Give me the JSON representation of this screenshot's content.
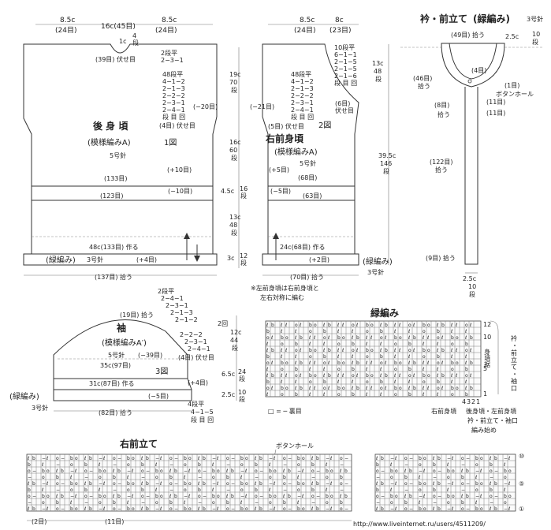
{
  "back": {
    "top_left_w": "8.5c",
    "top_left_st": "(24目)",
    "neck_w": "16c(45目)",
    "top_right_w": "8.5c",
    "top_right_st": "(24目)",
    "neck_depth_a": "1c",
    "neck_depth_b": "4",
    "neck_depth_c": "段",
    "neck_bind": "(39目) 伏せ目",
    "neck_shape": [
      "2段平",
      "2−3−1"
    ],
    "armhole_shape": [
      "48段平",
      "4−1−2",
      "2−1−3",
      "2−2−2",
      "2−3−1",
      "2−4−1",
      "段 目 回",
      "(4目) 伏せ目"
    ],
    "dec20": "(−20目)",
    "title": "後 身 頃",
    "pattern": "(模様編みA)",
    "fig": "1図",
    "needle": "5号針",
    "inc10": "(+10目)",
    "st133": "(133目)",
    "dec10": "(−10目)",
    "st123": "(123目)",
    "cast_on": "48c(133目) 作る",
    "rib": "(緑編み)",
    "rib_needle": "3号針",
    "inc4": "(+4目)",
    "pickup": "(137目) 拾う"
  },
  "vdim": {
    "h19": "19c",
    "r70": "70",
    "r70u": "段",
    "h16": "16c",
    "r60": "60",
    "r60u": "段",
    "h45": "4.5c",
    "r16": "16",
    "r16u": "段",
    "h13": "13c",
    "r48": "48",
    "r48u": "段",
    "h3": "3c",
    "r12": "12",
    "r12u": "段"
  },
  "front": {
    "top_left_w": "8.5c",
    "top_left_st": "(24目)",
    "top_right_w": "8c",
    "top_right_st": "(23目)",
    "neck_shape": [
      "10段平",
      "6−1−1",
      "2−1−5",
      "2−1−5",
      "2−1−6",
      "段 目 回"
    ],
    "h13": "13c",
    "r48": "48",
    "r48u": "段",
    "armhole_shape": [
      "48段平",
      "4−1−2",
      "2−1−3",
      "2−2−2",
      "2−3−1",
      "2−4−1",
      "段 目 回"
    ],
    "dec21": "(−21目)",
    "bind6": "(6目)",
    "bind6b": "伏せ目",
    "bind5": "(5目) 伏せ目",
    "fig": "2図",
    "title": "右前身頃",
    "pattern": "(模様編みA)",
    "needle": "5号針",
    "inc5": "(+5目)",
    "st68": "(68目)",
    "dec5": "(−5目)",
    "st63": "(63目)",
    "cast_on": "24c(68目) 作る",
    "inc2": "(+2目)",
    "rib": "(緑編み)",
    "rib_needle": "3号針",
    "pickup": "(70目) 拾う",
    "h395": "39.5c",
    "r146": "146",
    "r146u": "段",
    "note1": "※左前身頃は右前身頃と",
    "note2": "左右対称に編む"
  },
  "collar": {
    "title": "衿・前立て",
    "rib": "(緑編み)",
    "needle": "3号針",
    "pick49": "(49目) 拾う",
    "w25": "2.5c",
    "r10": "10",
    "r10u": "段",
    "pick46": "(46目)",
    "pick46b": "拾う",
    "st4": "(4目)",
    "st1": "(1目)",
    "buttonhole": "ボタンホール",
    "st11a": "(11目)",
    "st11b": "(11目)",
    "pick8": "(8目)",
    "pick8b": "拾う",
    "pick122": "(122目)",
    "pick122b": "拾う",
    "pick9": "(9目) 拾う",
    "w25b": "2.5c",
    "r10b": "10",
    "r10bu": "段"
  },
  "sleeve": {
    "shape": [
      "2段平",
      "2−4−1",
      "2−3−1",
      "2−1−3",
      "2−1−2",
      "2−2−2",
      "2−3−1",
      "2−4−1"
    ],
    "times2": "2回",
    "bind4": "(4目) 伏せ目",
    "pick19": "(19目) 拾う",
    "title": "袖",
    "pattern": "(模様編みA′)",
    "needle": "5号針",
    "dec39": "(−39目)",
    "st35": "35c(97目)",
    "fig": "3図",
    "cast_on": "31c(87目) 作る",
    "rib": "(緑編み)",
    "rib_needle": "3号針",
    "dec5": "(−5目)",
    "pickup": "(82目) 拾う",
    "inc_shape": [
      "4段平",
      "4−1−5",
      "段 目 回"
    ],
    "inc4": "(+4目)",
    "h12": "12c",
    "r44": "44",
    "r44u": "段",
    "h65": "6.5c",
    "r24": "24",
    "r24u": "段",
    "h25": "2.5c",
    "r10": "10",
    "r10u": "段"
  },
  "chart_rib": {
    "title": "緑編み",
    "legend": "□ = ─ 裏目",
    "side_labels": [
      "衿",
      "・",
      "前",
      "立",
      "て",
      "・",
      "袖",
      "口"
    ],
    "side_body": "身頃裾",
    "row_nums": [
      "12",
      "10",
      "5",
      "1"
    ],
    "col_nums": [
      "4",
      "3",
      "2",
      "1"
    ],
    "foot1": "右前身頃",
    "foot2": "後身頃・左前身頃",
    "foot3": "衿・前立て・袖口",
    "foot4": "編み始め"
  },
  "chart_front": {
    "title": "右前立て",
    "buttonhole": "ボタンホール",
    "row_marks": [
      "⑩",
      "⑤",
      "①"
    ],
    "st_a": "(2目)",
    "st_b": "(11目)",
    "watermark": "http://www.liveinternet.ru/users/4511209/"
  }
}
